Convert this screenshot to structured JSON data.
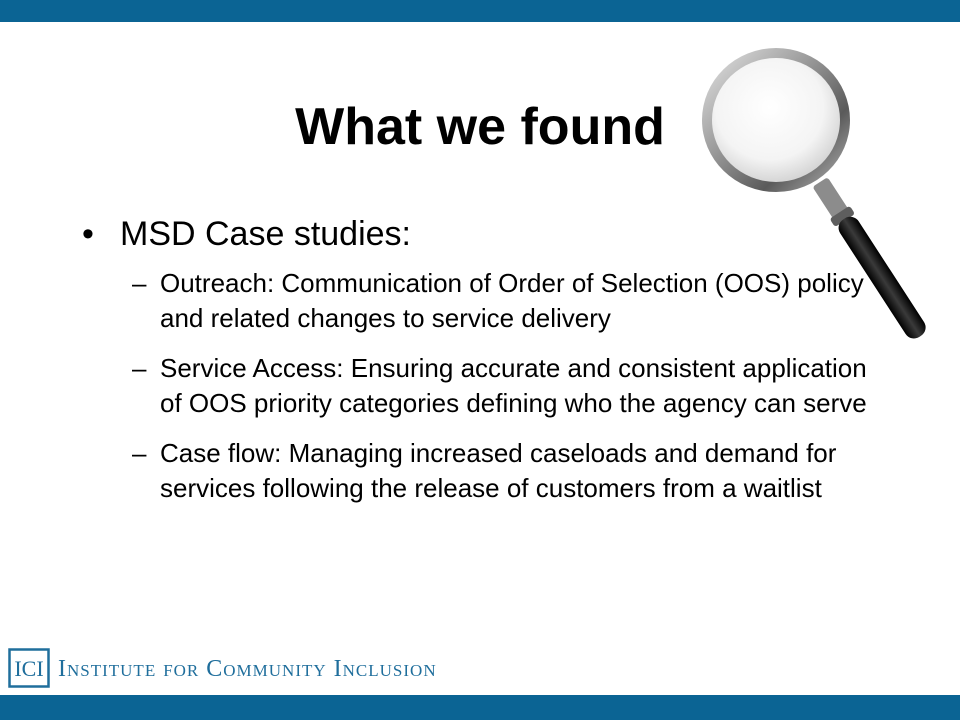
{
  "slide": {
    "title": "What we found",
    "bullet": {
      "marker": "•",
      "text": "MSD Case studies:"
    },
    "sub_items": [
      {
        "marker": "–",
        "text": "Outreach: Communication of Order of Selection (OOS) policy and related changes to service delivery"
      },
      {
        "marker": "–",
        "text": "Service Access: Ensuring accurate and consistent application of OOS priority categories defining who the agency can serve"
      },
      {
        "marker": "–",
        "text": "Case flow: Managing increased caseloads and demand for services following the release of customers from a waitlist"
      }
    ]
  },
  "footer": {
    "logo_letters": "ICI",
    "org_name": "Institute for Community Inclusion"
  },
  "colors": {
    "bar": "#0b6494",
    "footer_text": "#1f6e9c",
    "logo": "#1f6e9c"
  },
  "icons": {
    "decoration": "magnifying-glass-icon"
  }
}
